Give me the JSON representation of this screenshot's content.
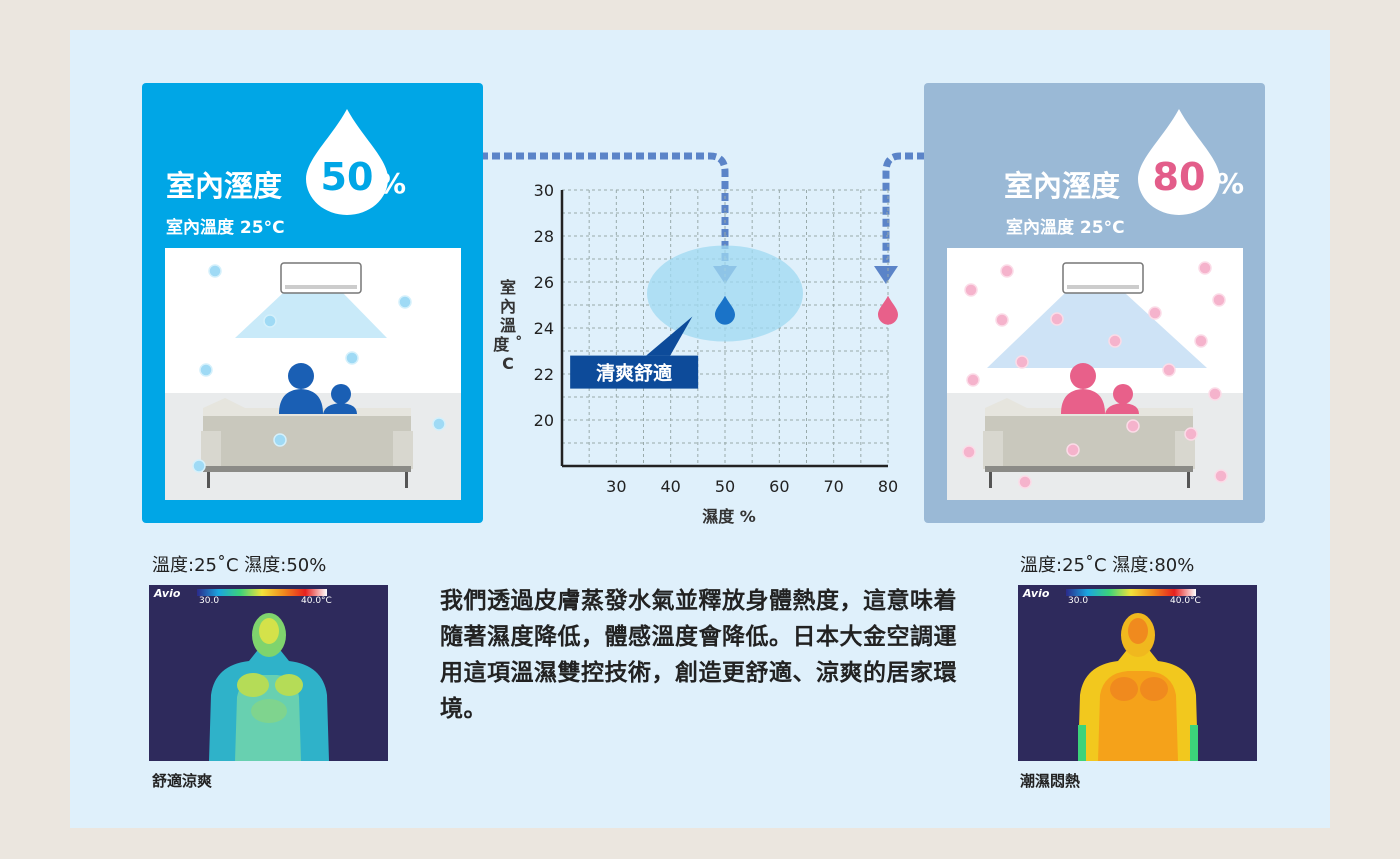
{
  "left_panel": {
    "title": "室內溼度",
    "humidity_value": "50",
    "percent_sign": "%",
    "subtitle": "室內溫度 25°C",
    "color": "#00a6e6"
  },
  "right_panel": {
    "title": "室內溼度",
    "humidity_value": "80",
    "percent_sign": "%",
    "subtitle": "室內溫度 25°C",
    "color": "#9ab9d6"
  },
  "chart_data": {
    "type": "scatter",
    "ylabel": "室內溫度 ˚C",
    "xlabel": "濕度 %",
    "x_ticks": [
      "30",
      "40",
      "50",
      "60",
      "70",
      "80"
    ],
    "y_ticks": [
      "30",
      "28",
      "26",
      "24",
      "22",
      "20"
    ],
    "xlim": [
      20,
      80
    ],
    "ylim": [
      18,
      30
    ],
    "grid": true,
    "comfort_zone": {
      "x": 50,
      "y": 25.5,
      "label": "清爽舒適"
    },
    "points": [
      {
        "x": 50,
        "y": 24.8,
        "color": "#1a73c8"
      },
      {
        "x": 80,
        "y": 24.8,
        "color": "#e8608a"
      }
    ]
  },
  "left_caption": {
    "conditions": "溫度:25˚C   濕度:50%",
    "thermal_brand": "Avio",
    "scale_low": "30.0",
    "scale_high": "40.0°C",
    "result": "舒適涼爽"
  },
  "right_caption": {
    "conditions": "溫度:25˚C   濕度:80%",
    "thermal_brand": "Avio",
    "scale_low": "30.0",
    "scale_high": "40.0°C",
    "result": "潮濕悶熱"
  },
  "description": "我們透過皮膚蒸發水氣並釋放身體熱度，這意味着隨著濕度降低，體感溫度會降低。日本大金空調運用這項溫濕雙控技術，創造更舒適、涼爽的居家環境。"
}
